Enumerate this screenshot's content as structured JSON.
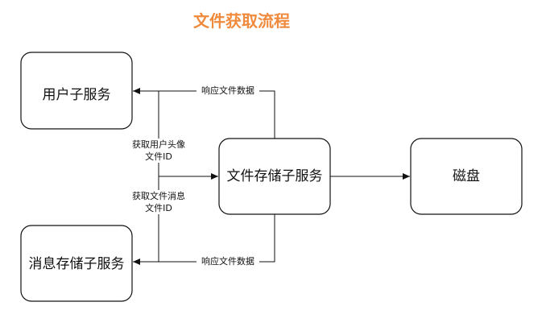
{
  "title": "文件获取流程",
  "colors": {
    "title": "#f08a3c",
    "stroke": "#111111",
    "background": "#ffffff"
  },
  "nodes": {
    "user_service": "用户子服务",
    "message_service": "消息存储子服务",
    "file_service": "文件存储子服务",
    "disk": "磁盘"
  },
  "edges": {
    "response_top": "响应文件数据",
    "response_bottom": "响应文件数据",
    "avatar_request": [
      "获取用户头像",
      "文件ID"
    ],
    "message_request": [
      "获取文件消息",
      "文件ID"
    ]
  }
}
